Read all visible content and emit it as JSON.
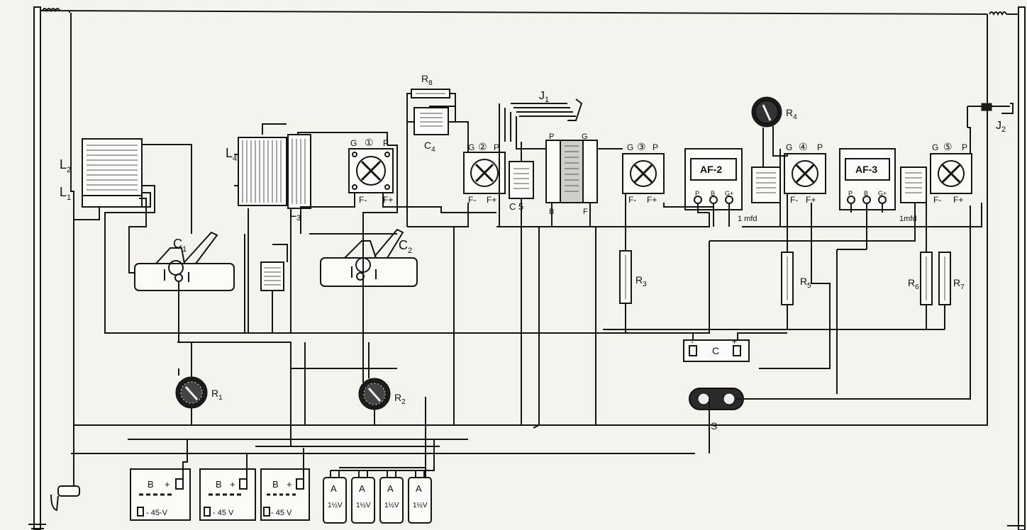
{
  "labels": {
    "L1": "L",
    "L1_sub": "1",
    "L2": "L",
    "L2_sub": "2",
    "L3": "L",
    "L3_sub": "3",
    "L4": "L",
    "L4_sub": "4",
    "C1": "C",
    "C1_sub": "1",
    "C2": "C",
    "C2_sub": "2",
    "C4": "C",
    "C4_sub": "4",
    "C5": "C 5",
    "R1": "R",
    "R1_sub": "1",
    "R2": "R",
    "R2_sub": "2",
    "R3": "R",
    "R3_sub": "3",
    "R4": "R",
    "R4_sub": "4",
    "R5": "R",
    "R5_sub": "5",
    "R6": "R",
    "R6_sub": "6",
    "R7": "R",
    "R7_sub": "7",
    "R8": "R",
    "R8_sub": "8",
    "J1": "J",
    "J1_sub": "1",
    "J2": "J",
    "J2_sub": "2",
    "S": "S",
    "cap1": "1 mfd",
    "cap2": "1mfd",
    "tr_p_left": "P",
    "tr_g": "G",
    "tr_b": "B",
    "tr_f": "F"
  },
  "tubes": [
    {
      "num": "①",
      "g": "G",
      "p": "P",
      "fm": "F-",
      "fp": "F+"
    },
    {
      "num": "②",
      "g": "G",
      "p": "P",
      "fm": "F-",
      "fp": "F+"
    },
    {
      "num": "③",
      "g": "G",
      "p": "P",
      "fm": "F-",
      "fp": "F+"
    },
    {
      "num": "④",
      "g": "G",
      "p": "P",
      "fm": "F-",
      "fp": "F+"
    },
    {
      "num": "⑤",
      "g": "G",
      "p": "P",
      "fm": "F-",
      "fp": "F+"
    }
  ],
  "transformers": [
    {
      "name": "AF-2",
      "p": "P",
      "b": "B",
      "g": "G+"
    },
    {
      "name": "AF-3",
      "p": "P",
      "b": "B",
      "g": "G+"
    }
  ],
  "b_batteries": [
    {
      "b": "B",
      "plus": "+",
      "volt": "- 45-V"
    },
    {
      "b": "B",
      "plus": "+",
      "volt": "- 45 V"
    },
    {
      "b": "B",
      "plus": "+",
      "volt": "- 45 V"
    }
  ],
  "a_batteries": [
    {
      "a": "A",
      "v": "1½V"
    },
    {
      "a": "A",
      "v": "1½V"
    },
    {
      "a": "A",
      "v": "1½V"
    },
    {
      "a": "A",
      "v": "1½V"
    }
  ],
  "c_battery": {
    "label": "C",
    "minus": "-",
    "plus": "+"
  }
}
